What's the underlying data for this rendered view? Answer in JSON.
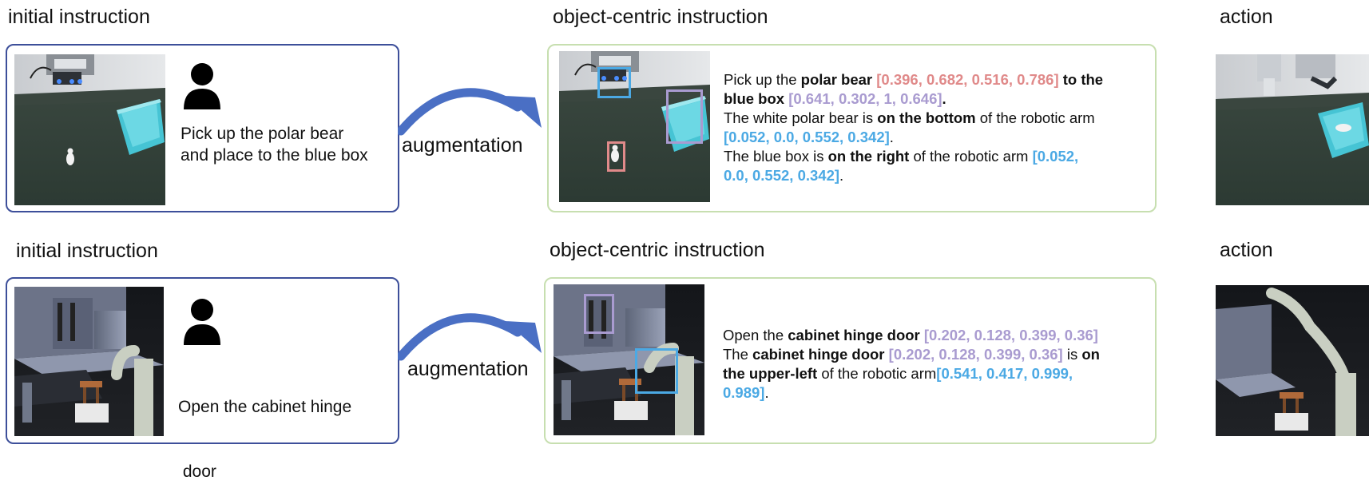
{
  "colors": {
    "panel_blue": "#3d4f9a",
    "panel_green": "#c7dfb0",
    "arrow": "#4a6fc4",
    "box_red": "#e08a8a",
    "box_purple": "#a99bd0",
    "box_blue": "#4ba9e4"
  },
  "rows": [
    {
      "initial_header": "initial instruction",
      "ocr_header": "object-centric instruction",
      "action_header": "action",
      "person_icon": "person-icon",
      "initial_text": [
        "Pick up the polar bear",
        "and place to the blue box"
      ],
      "augmentation_label": "augmentation",
      "ocr_lines": {
        "l1": {
          "a": "Pick up the ",
          "b": "polar bear",
          "c": " [0.396, 0.682, 0.516, 0.786]",
          "d": " to the"
        },
        "l2": {
          "a": "blue box",
          "b": " [0.641, 0.302, 1, 0.646]",
          "c": "."
        },
        "l3": {
          "a": "The white polar bear is ",
          "b": "on the bottom",
          "c": " of  the robotic arm"
        },
        "l4": {
          "a": "[0.052, 0.0, 0.552, 0.342]",
          "b": "."
        },
        "l5": {
          "a": "The blue box is ",
          "b": "on the  right",
          "c": " of the robotic arm ",
          "d": "[0.052,"
        },
        "l6": {
          "a": "0.0, 0.552, 0.342]",
          "b": "."
        }
      }
    },
    {
      "initial_header": "initial instruction",
      "ocr_header": "object-centric instruction",
      "action_header": "action",
      "person_icon": "person-icon",
      "initial_text": [
        "Open the cabinet hinge",
        " door"
      ],
      "augmentation_label": "augmentation",
      "ocr_lines": {
        "l1": {
          "a": "Open the ",
          "b": "cabinet hinge door",
          "c": " [0.202, 0.128, 0.399, 0.36]"
        },
        "l2": {
          "a": "The ",
          "b": "cabinet hinge door",
          "c": " [0.202, 0.128, 0.399, 0.36]",
          "d": " is ",
          "e": "on"
        },
        "l3": {
          "a": "the upper-left",
          "b": " of the robotic arm",
          "c": "[0.541, 0.417, 0.999,"
        },
        "l4": {
          "a": "0.989]",
          "b": "."
        }
      }
    }
  ]
}
